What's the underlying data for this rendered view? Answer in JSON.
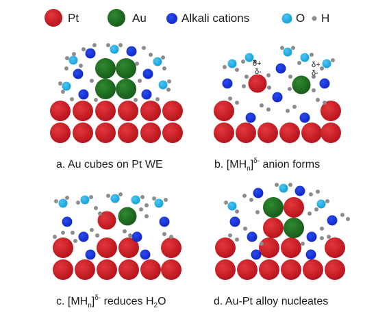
{
  "legend": {
    "pt": "Pt",
    "au": "Au",
    "alkali": "Alkali cations",
    "o": "O",
    "h": "H"
  },
  "colors": {
    "pt": "#c8161d",
    "au": "#1e6b1e",
    "alkali": "#1330d8",
    "o": "#1fb1ea",
    "h": "#8c8c8c"
  },
  "panels": {
    "a": {
      "caption": "a. Au cubes on Pt WE"
    },
    "b": {
      "caption_pre": "b. [MH",
      "caption_sub": "n",
      "caption_mid": "]",
      "caption_sup": "δ-",
      "caption_post": " anion forms",
      "delta_plus_1": "δ+",
      "delta_minus_1": "δ-",
      "delta_plus_2": "δ+",
      "delta_minus_2": "δ-"
    },
    "c": {
      "caption_pre": "c. [MH",
      "caption_sub": "n",
      "caption_mid": "]",
      "caption_sup": "δ-",
      "caption_post": " reduces H",
      "caption_sub2": "2",
      "caption_end": "O"
    },
    "d": {
      "caption": "d. Au-Pt alloy nucleates"
    }
  }
}
